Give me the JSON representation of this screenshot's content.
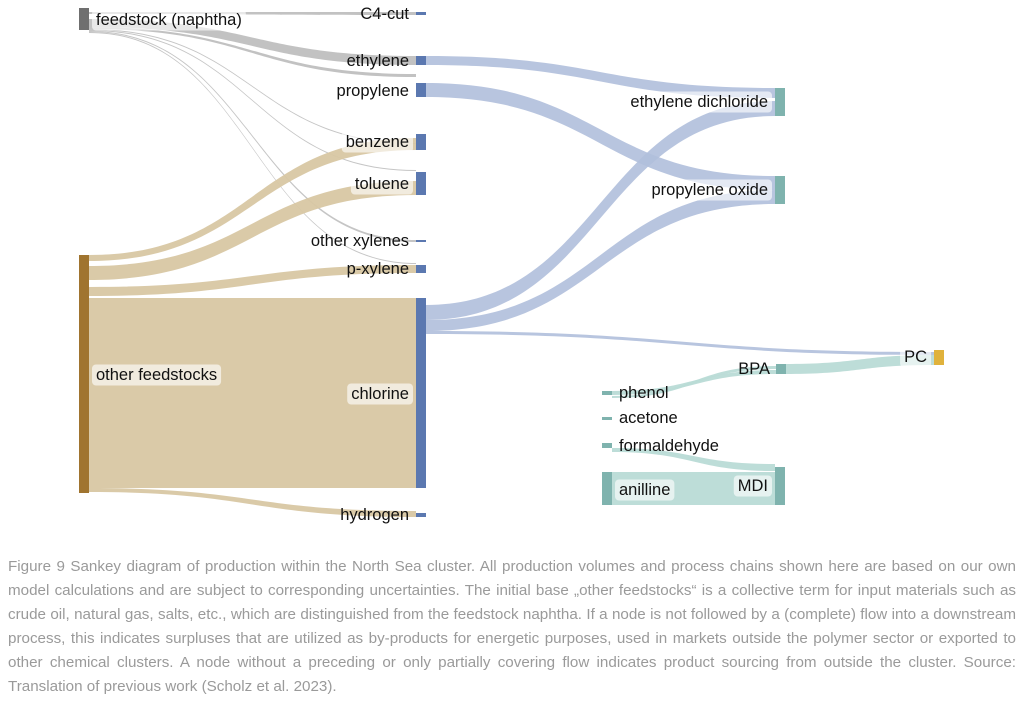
{
  "diagram": {
    "type": "sankey",
    "colors": {
      "feedstock_naphtha": "#6f6f6f",
      "other_feedstocks": "#a0742f",
      "intermediate_nodes": "#5b78b0",
      "downstream_nodes": "#7fb3ae",
      "pc_node": "#e0b23c",
      "flow_naphtha": "#bfbfbf",
      "flow_other_feedstocks": "#d8c7a3",
      "flow_intermediate": "#b0bfdb",
      "flow_downstream": "#b9dbd6"
    },
    "nodes": [
      {
        "id": "naphtha",
        "label": "feedstock (naphtha)"
      },
      {
        "id": "other",
        "label": "other feedstocks"
      },
      {
        "id": "c4",
        "label": "C4-cut"
      },
      {
        "id": "ethylene",
        "label": "ethylene"
      },
      {
        "id": "propylene",
        "label": "propylene"
      },
      {
        "id": "benzene",
        "label": "benzene"
      },
      {
        "id": "toluene",
        "label": "toluene"
      },
      {
        "id": "oxylenes",
        "label": "other xylenes"
      },
      {
        "id": "pxylene",
        "label": "p-xylene"
      },
      {
        "id": "chlorine",
        "label": "chlorine"
      },
      {
        "id": "hydrogen",
        "label": "hydrogen"
      },
      {
        "id": "edc",
        "label": "ethylene dichloride"
      },
      {
        "id": "po",
        "label": "propylene oxide"
      },
      {
        "id": "bpa",
        "label": "BPA"
      },
      {
        "id": "pc",
        "label": "PC"
      },
      {
        "id": "phenol",
        "label": "phenol"
      },
      {
        "id": "acetone",
        "label": "acetone"
      },
      {
        "id": "formaldehyde",
        "label": "formaldehyde"
      },
      {
        "id": "aniline",
        "label": "anilline"
      },
      {
        "id": "mdi",
        "label": "MDI"
      }
    ],
    "links": [
      {
        "source": "naphtha",
        "target": "c4"
      },
      {
        "source": "naphtha",
        "target": "ethylene"
      },
      {
        "source": "naphtha",
        "target": "propylene"
      },
      {
        "source": "naphtha",
        "target": "benzene"
      },
      {
        "source": "naphtha",
        "target": "toluene"
      },
      {
        "source": "naphtha",
        "target": "oxylenes"
      },
      {
        "source": "naphtha",
        "target": "pxylene"
      },
      {
        "source": "other",
        "target": "benzene"
      },
      {
        "source": "other",
        "target": "toluene"
      },
      {
        "source": "other",
        "target": "pxylene"
      },
      {
        "source": "other",
        "target": "chlorine"
      },
      {
        "source": "other",
        "target": "hydrogen"
      },
      {
        "source": "ethylene",
        "target": "edc"
      },
      {
        "source": "propylene",
        "target": "po"
      },
      {
        "source": "chlorine",
        "target": "edc"
      },
      {
        "source": "chlorine",
        "target": "po"
      },
      {
        "source": "chlorine",
        "target": "pc"
      },
      {
        "source": "phenol",
        "target": "bpa"
      },
      {
        "source": "acetone",
        "target": "bpa"
      },
      {
        "source": "bpa",
        "target": "pc"
      },
      {
        "source": "formaldehyde",
        "target": "mdi"
      },
      {
        "source": "aniline",
        "target": "mdi"
      }
    ]
  },
  "caption": "Figure 9 Sankey diagram of production within the North Sea cluster. All production volumes and process chains shown here are based on our own model calculations and are subject to corresponding uncertainties. The initial base „other feedstocks“ is a collective term for input materials such as crude oil, natural gas, salts, etc., which are distinguished from the feedstock naphtha. If a node is not followed by a (complete) flow into a downstream process, this indicates surpluses that are utilized as by-products for energetic purposes, used in markets outside the polymer sector or exported to other chemical clusters. A node without a preceding or only partially covering flow indicates product sourcing from outside the cluster. Source: Translation of previous work (Scholz et al. 2023)."
}
